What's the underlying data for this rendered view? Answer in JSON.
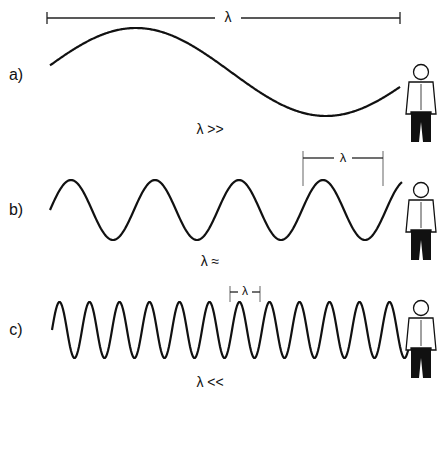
{
  "diagram": {
    "labels": [
      "λ",
      "a)",
      "λ >>",
      "b)",
      "λ",
      "λ ≈",
      "c)",
      "λ",
      "λ <<"
    ]
  }
}
